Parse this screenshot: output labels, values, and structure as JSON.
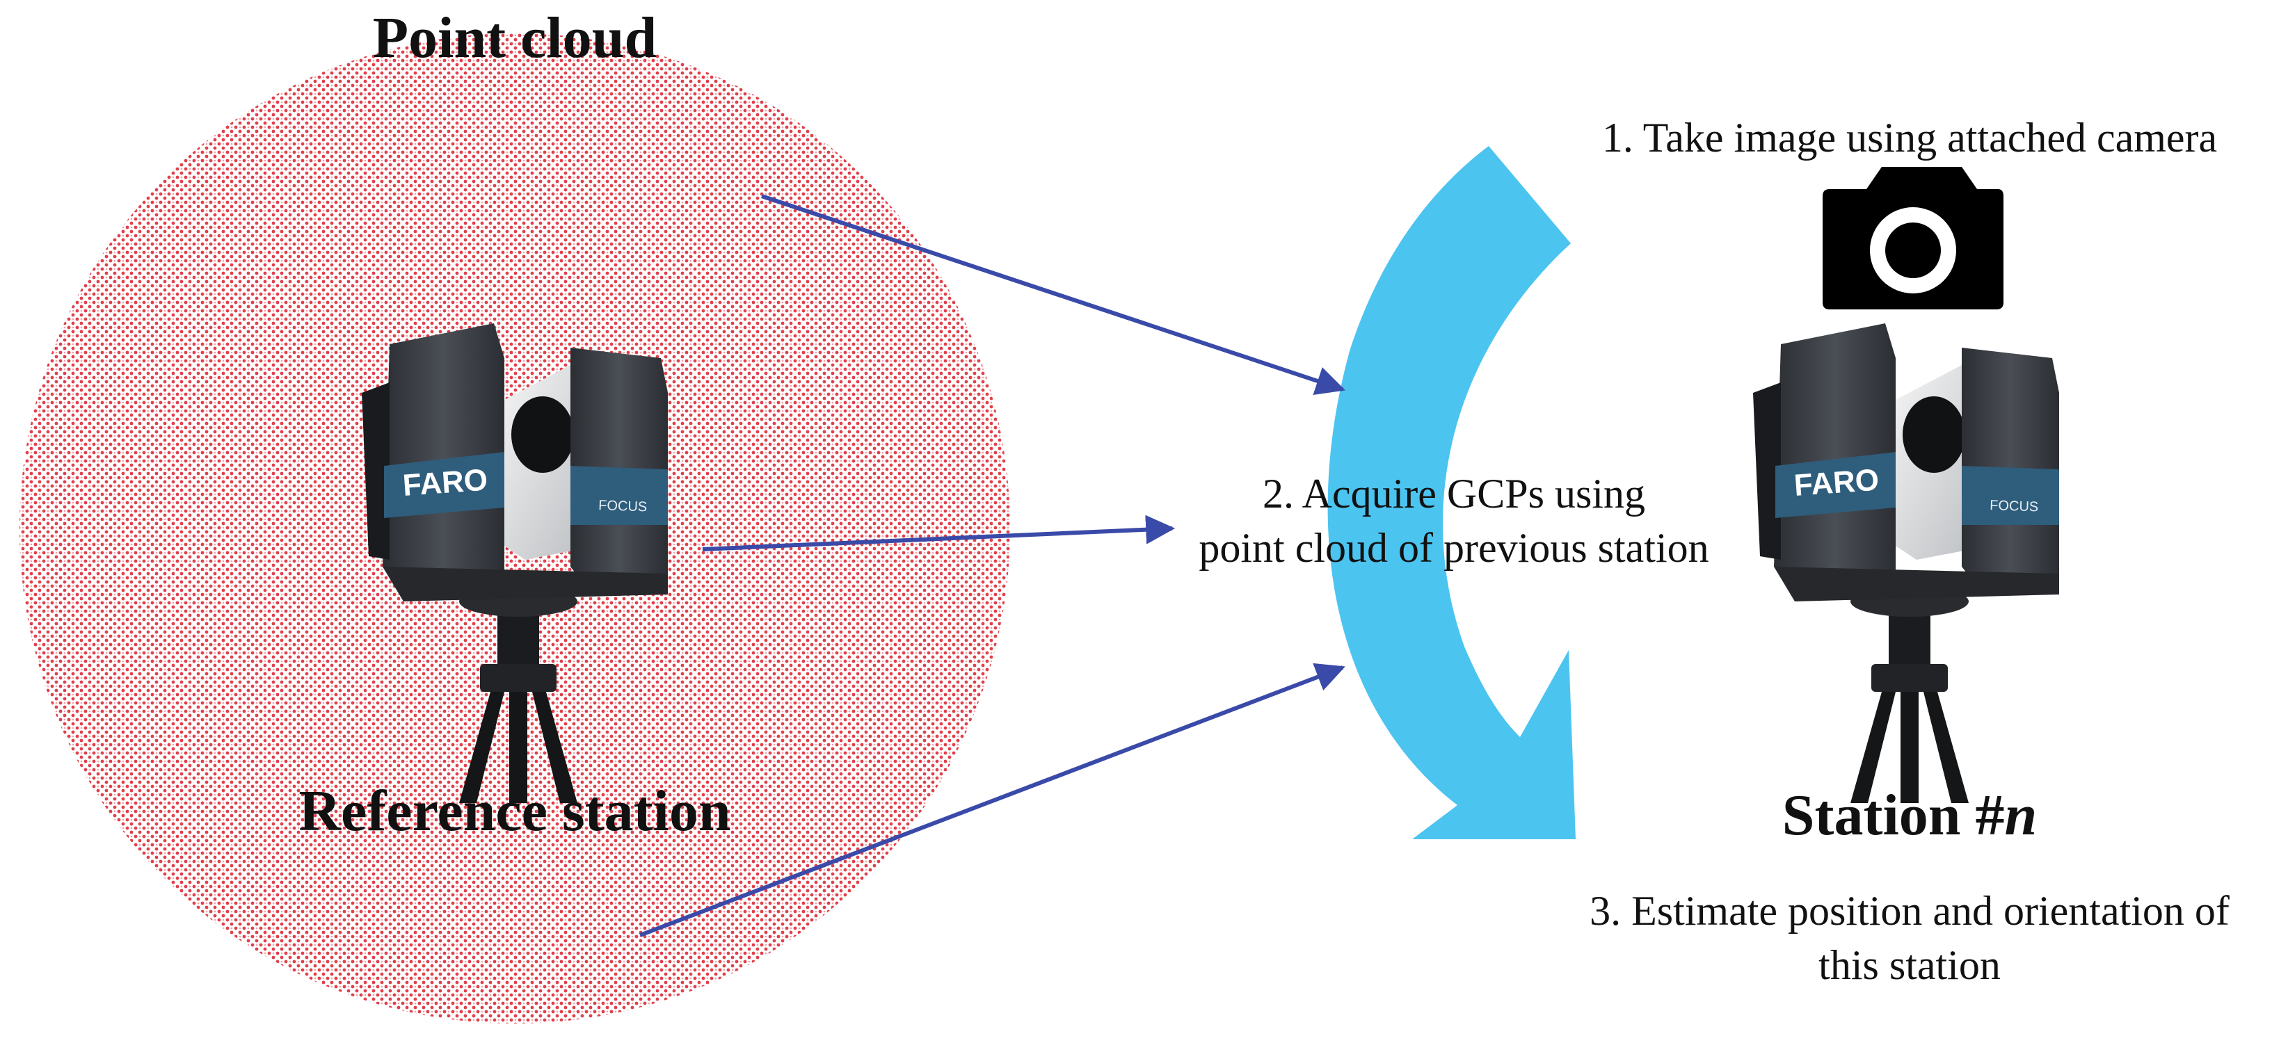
{
  "labels": {
    "point_cloud": "Point cloud",
    "reference_station": "Reference station",
    "station_prefix": "Station #",
    "station_var": "n",
    "step1": "1. Take image using attached camera",
    "step2_line1": "2. Acquire GCPs using",
    "step2_line2": "point cloud of previous station",
    "step3_line1": "3. Estimate position and orientation of",
    "step3_line2": "this station"
  },
  "scanner": {
    "brand": "FARO",
    "model": "FOCUS"
  },
  "icons": {
    "camera": "camera-icon",
    "curved_arrow": "curved-process-arrow"
  },
  "colors": {
    "point_cloud_dots": "#e0404a",
    "curved_arrow": "#4cc4f0",
    "connector_arrows": "#3a4aa8",
    "scanner_body": "#3c3f44",
    "scanner_band": "#2f5d7c",
    "text": "#111111"
  }
}
